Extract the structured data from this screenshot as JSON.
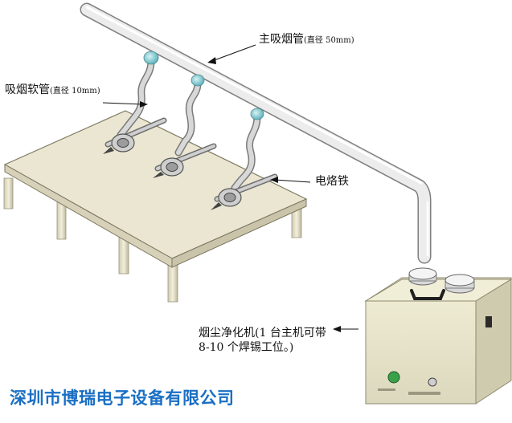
{
  "labels": {
    "main_pipe": "主吸烟管",
    "main_pipe_note": "(直径 50mm)",
    "soft_pipe": "吸烟软管",
    "soft_pipe_note": "(直径 10mm)",
    "iron": "电烙铁",
    "purifier_line1": "烟尘净化机(1 台主机可带",
    "purifier_line2": "8-10 个焊锡工位。)"
  },
  "company": "深圳市博瑞电子设备有限公司",
  "colors": {
    "table_top": "#eae6d2",
    "table_edge": "#b9b39a",
    "pipe": "#e4e4e4",
    "pipe_outline": "#8a8a8a",
    "purifier": "#ece9cf",
    "company_text": "#1a6fc4",
    "joint": "#8fd3d8"
  }
}
